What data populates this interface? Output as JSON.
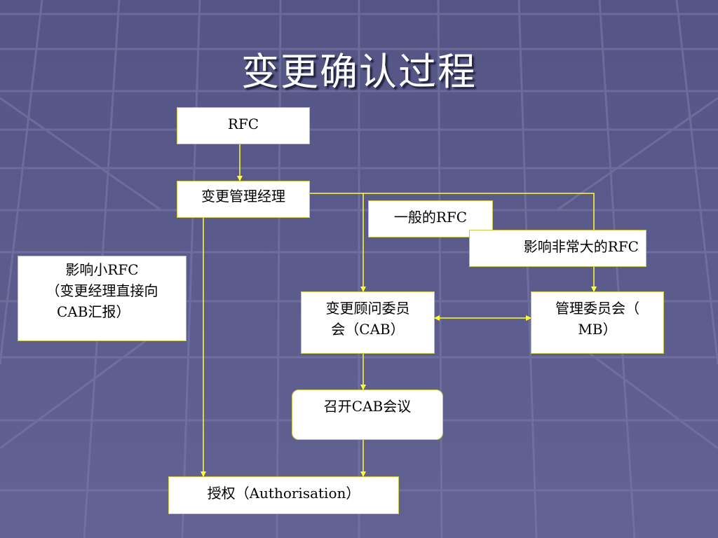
{
  "title": "变更确认过程",
  "nodes": {
    "rfc": "RFC",
    "change_manager": "变更管理经理",
    "normal_rfc": "一般的RFC",
    "major_rfc": "影响非常大的RFC",
    "minor_rfc": [
      "影响小RFC",
      "（变更经理直接向",
      "CAB汇报）"
    ],
    "cab": [
      "变更顾问委员",
      "会（CAB）"
    ],
    "mb": [
      "管理委员会（",
      "MB）"
    ],
    "cab_meeting": "召开CAB会议",
    "authorisation": "授权（Authorisation）"
  },
  "colors": {
    "background": "#5f5f8e",
    "grid": "#8a8ab0",
    "connector": "#ffff33",
    "box_border": "#c8c84a"
  }
}
